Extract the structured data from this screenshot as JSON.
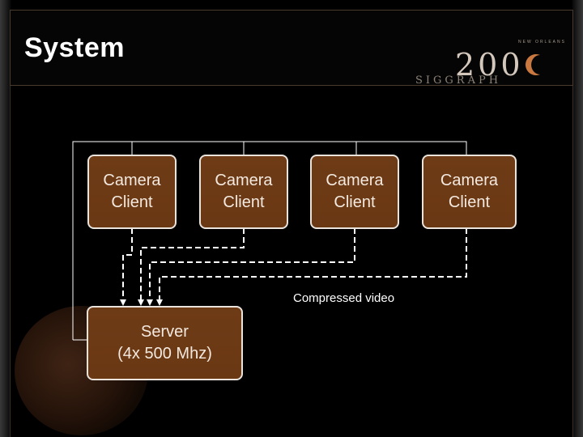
{
  "slide": {
    "title": "System",
    "logo": {
      "number": "200",
      "crescent": "crescent-moon-icon",
      "acronym": "SIGGRAPH",
      "city": "NEW ORLEANS"
    }
  },
  "diagram": {
    "nodes": [
      {
        "id": "camera1",
        "line1": "Camera",
        "line2": "Client"
      },
      {
        "id": "camera2",
        "line1": "Camera",
        "line2": "Client"
      },
      {
        "id": "camera3",
        "line1": "Camera",
        "line2": "Client"
      },
      {
        "id": "camera4",
        "line1": "Camera",
        "line2": "Client"
      },
      {
        "id": "server",
        "line1": "Server",
        "line2": "(4x 500 Mhz)"
      }
    ],
    "edge_label": "Compressed video",
    "colors": {
      "box_fill": "#6b3914",
      "box_border": "#e9e3dc",
      "line": "#ffffff"
    }
  }
}
